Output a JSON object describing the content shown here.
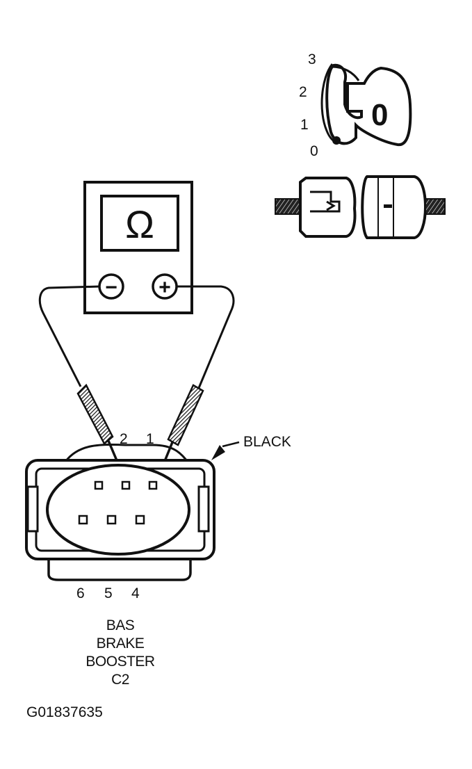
{
  "meter": {
    "symbol": "Ω",
    "negative_symbol": "−",
    "positive_symbol": "+"
  },
  "ignition": {
    "positions": [
      "3",
      "2",
      "1",
      "0"
    ],
    "key_label": "0"
  },
  "connector": {
    "color_label": "BLACK",
    "top_pins": [
      "2",
      "1"
    ],
    "bottom_pins": [
      "6",
      "5",
      "4"
    ],
    "caption": [
      "BAS",
      "BRAKE",
      "BOOSTER",
      "C2"
    ]
  },
  "figure_id": "G01837635"
}
